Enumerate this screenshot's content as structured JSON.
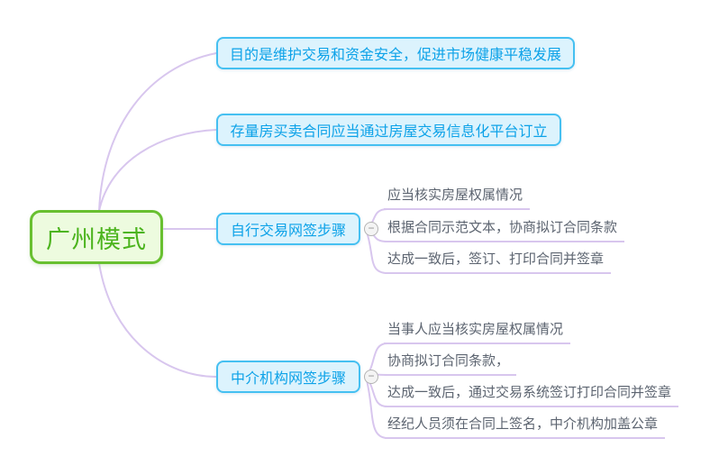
{
  "root": {
    "label": "广州模式"
  },
  "branches": [
    {
      "label": "目的是维护交易和资金安全，促进市场健康平稳发展",
      "children": []
    },
    {
      "label": "存量房买卖合同应当通过房屋交易信息化平台订立",
      "children": []
    },
    {
      "label": "自行交易网签步骤",
      "children": [
        "应当核实房屋权属情况",
        "根据合同示范文本，协商拟订合同条款",
        "达成一致后，签订、打印合同并签章"
      ]
    },
    {
      "label": "中介机构网签步骤",
      "children": [
        "当事人应当核实房屋权属情况",
        "协商拟订合同条款，",
        "达成一致后，通过交易系统签订打印合同并签章",
        "经纪人员须在合同上签名，中介机构加盖公章"
      ]
    }
  ],
  "ui": {
    "collapse_glyph": "−"
  },
  "colors": {
    "root_border": "#68c030",
    "root_fill": "#edfbdf",
    "root_text": "#4cb41e",
    "branch_border": "#45c0f1",
    "branch_fill": "#dcf3fd",
    "branch_text": "#0da2e8",
    "child_text": "#5c6470",
    "connector": "#d8c6ee"
  }
}
